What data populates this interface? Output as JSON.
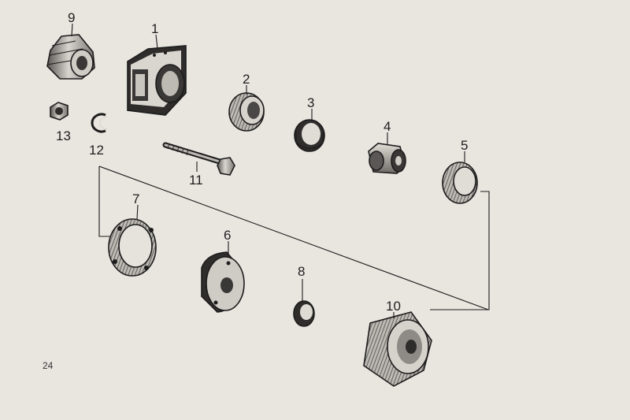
{
  "page_number": "24",
  "callouts": {
    "c1": "1",
    "c2": "2",
    "c3": "3",
    "c4": "4",
    "c5": "5",
    "c6": "6",
    "c7": "7",
    "c8": "8",
    "c9": "9",
    "c10": "10",
    "c11": "11",
    "c12": "12",
    "c13": "13"
  },
  "colors": {
    "paper": "#e9e6e0",
    "ink": "#1c1c1c",
    "metal_light": "#d6d3cd",
    "metal_mid": "#8e8b86",
    "metal_dark": "#3a3836"
  }
}
